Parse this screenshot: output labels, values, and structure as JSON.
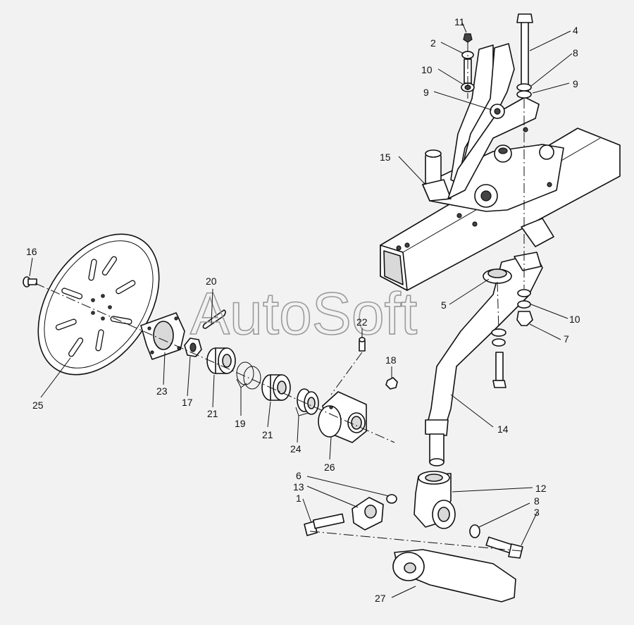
{
  "watermark": "AutoSoft",
  "callouts": {
    "c1": "1",
    "c2": "2",
    "c3": "3",
    "c4": "4",
    "c5": "5",
    "c6": "6",
    "c7": "7",
    "c8a": "8",
    "c8b": "8",
    "c9a": "9",
    "c9b": "9",
    "c10a": "10",
    "c10b": "10",
    "c11": "11",
    "c12": "12",
    "c13": "13",
    "c14": "14",
    "c15": "15",
    "c16": "16",
    "c17": "17",
    "c18": "18",
    "c19": "19",
    "c20": "20",
    "c21a": "21",
    "c21b": "21",
    "c22": "22",
    "c23": "23",
    "c24": "24",
    "c25": "25",
    "c26": "26",
    "c27": "27"
  }
}
